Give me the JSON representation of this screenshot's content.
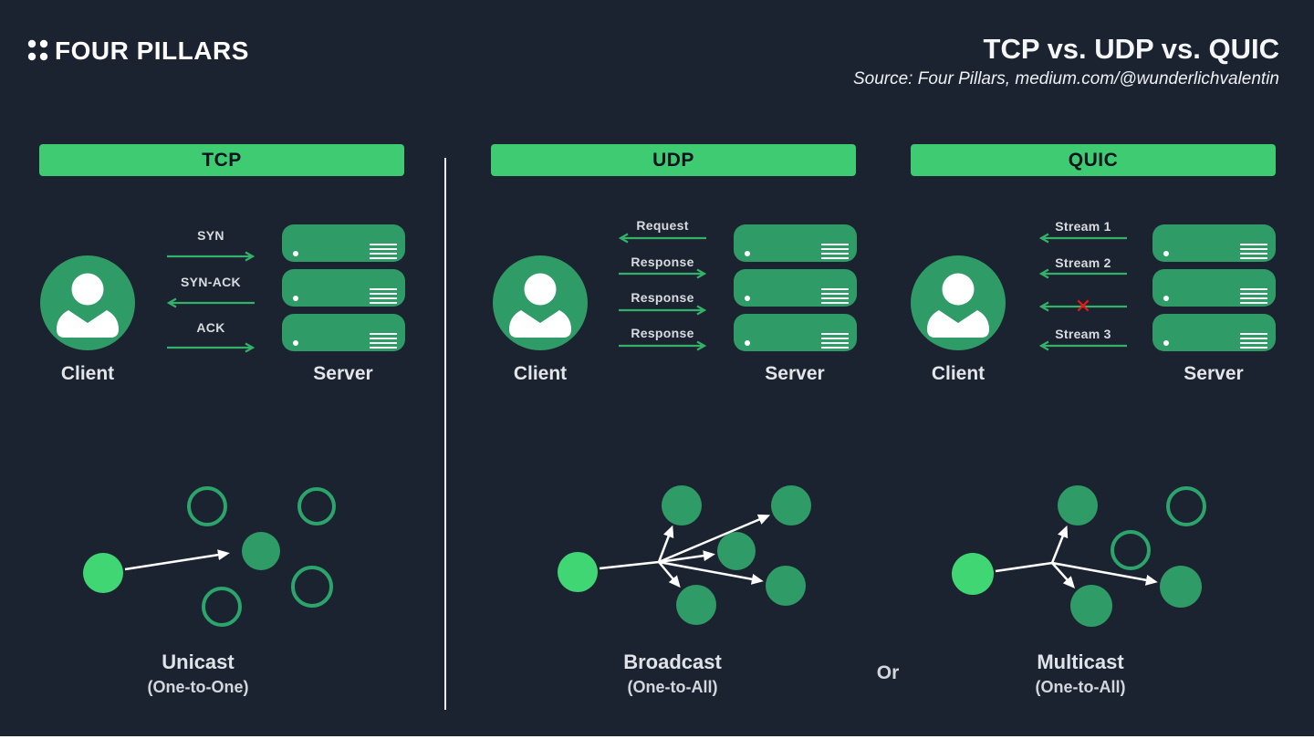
{
  "brand": {
    "name": "FOUR PILLARS"
  },
  "header": {
    "title": "TCP vs. UDP vs. QUIC",
    "source": "Source: Four Pillars, medium.com/@wunderlichvalentin"
  },
  "icons": {
    "blocked": "✕"
  },
  "columns": [
    {
      "header": "TCP",
      "client_label": "Client",
      "server_label": "Server",
      "messages": [
        {
          "label": "SYN",
          "direction": "right"
        },
        {
          "label": "SYN-ACK",
          "direction": "left"
        },
        {
          "label": "ACK",
          "direction": "right"
        }
      ]
    },
    {
      "header": "UDP",
      "client_label": "Client",
      "server_label": "Server",
      "messages": [
        {
          "label": "Request",
          "direction": "left"
        },
        {
          "label": "Response",
          "direction": "right"
        },
        {
          "label": "Response",
          "direction": "right"
        },
        {
          "label": "Response",
          "direction": "right"
        }
      ]
    },
    {
      "header": "QUIC",
      "client_label": "Client",
      "server_label": "Server",
      "messages": [
        {
          "label": "Stream 1",
          "direction": "left"
        },
        {
          "label": "Stream 2",
          "direction": "left"
        },
        {
          "label": "",
          "direction": "left",
          "blocked": true
        },
        {
          "label": "Stream 3",
          "direction": "left"
        }
      ]
    }
  ],
  "cast_diagrams": [
    {
      "title": "Unicast",
      "subtitle": "(One-to-One)"
    },
    {
      "title": "Broadcast",
      "subtitle": "(One-to-All)"
    },
    {
      "title": "Multicast",
      "subtitle": "(One-to-All)"
    }
  ],
  "or_label": "Or",
  "colors": {
    "background": "#1b2330",
    "accent_green": "#3ecb71",
    "deep_green": "#2f9b66",
    "light_green": "#41d674",
    "arrow_green": "#34b169",
    "error_red": "#f01414",
    "text_light": "#d8dbe0"
  }
}
